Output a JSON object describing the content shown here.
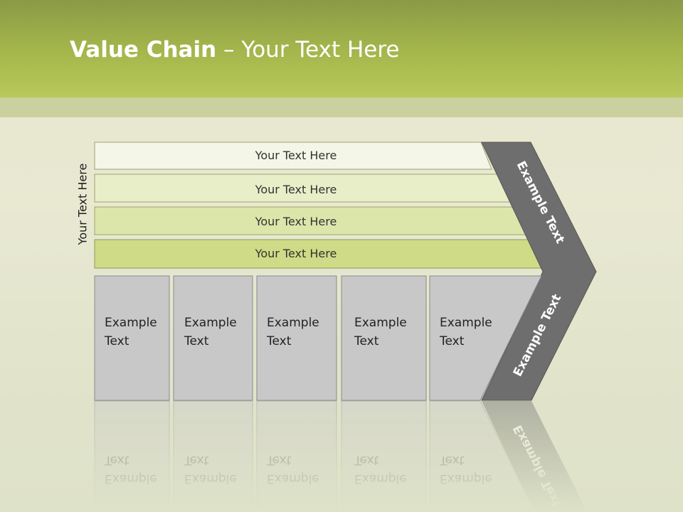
{
  "title": {
    "bold": "Value Chain",
    "rest": " – Your Text Here"
  },
  "side_label": "Your Text Here",
  "bars": [
    {
      "label": "Your Text Here",
      "color": "#f4f6e8"
    },
    {
      "label": "Your Text Here",
      "color": "#e8eec8"
    },
    {
      "label": "Your Text Here",
      "color": "#dde6aa"
    },
    {
      "label": "Your Text Here",
      "color": "#cfdb86"
    }
  ],
  "boxes": [
    {
      "line1": "Example",
      "line2": "Text"
    },
    {
      "line1": "Example",
      "line2": "Text"
    },
    {
      "line1": "Example",
      "line2": "Text"
    },
    {
      "line1": "Example",
      "line2": "Text"
    },
    {
      "line1": "Example",
      "line2": "Text"
    }
  ],
  "chevron": {
    "upper": "Example Text",
    "lower": "Example Text",
    "color": "#6e6e6e"
  },
  "colors": {
    "header": "#a3b54b",
    "box": "#c8c8c8",
    "box_border": "#8a8a8a"
  }
}
